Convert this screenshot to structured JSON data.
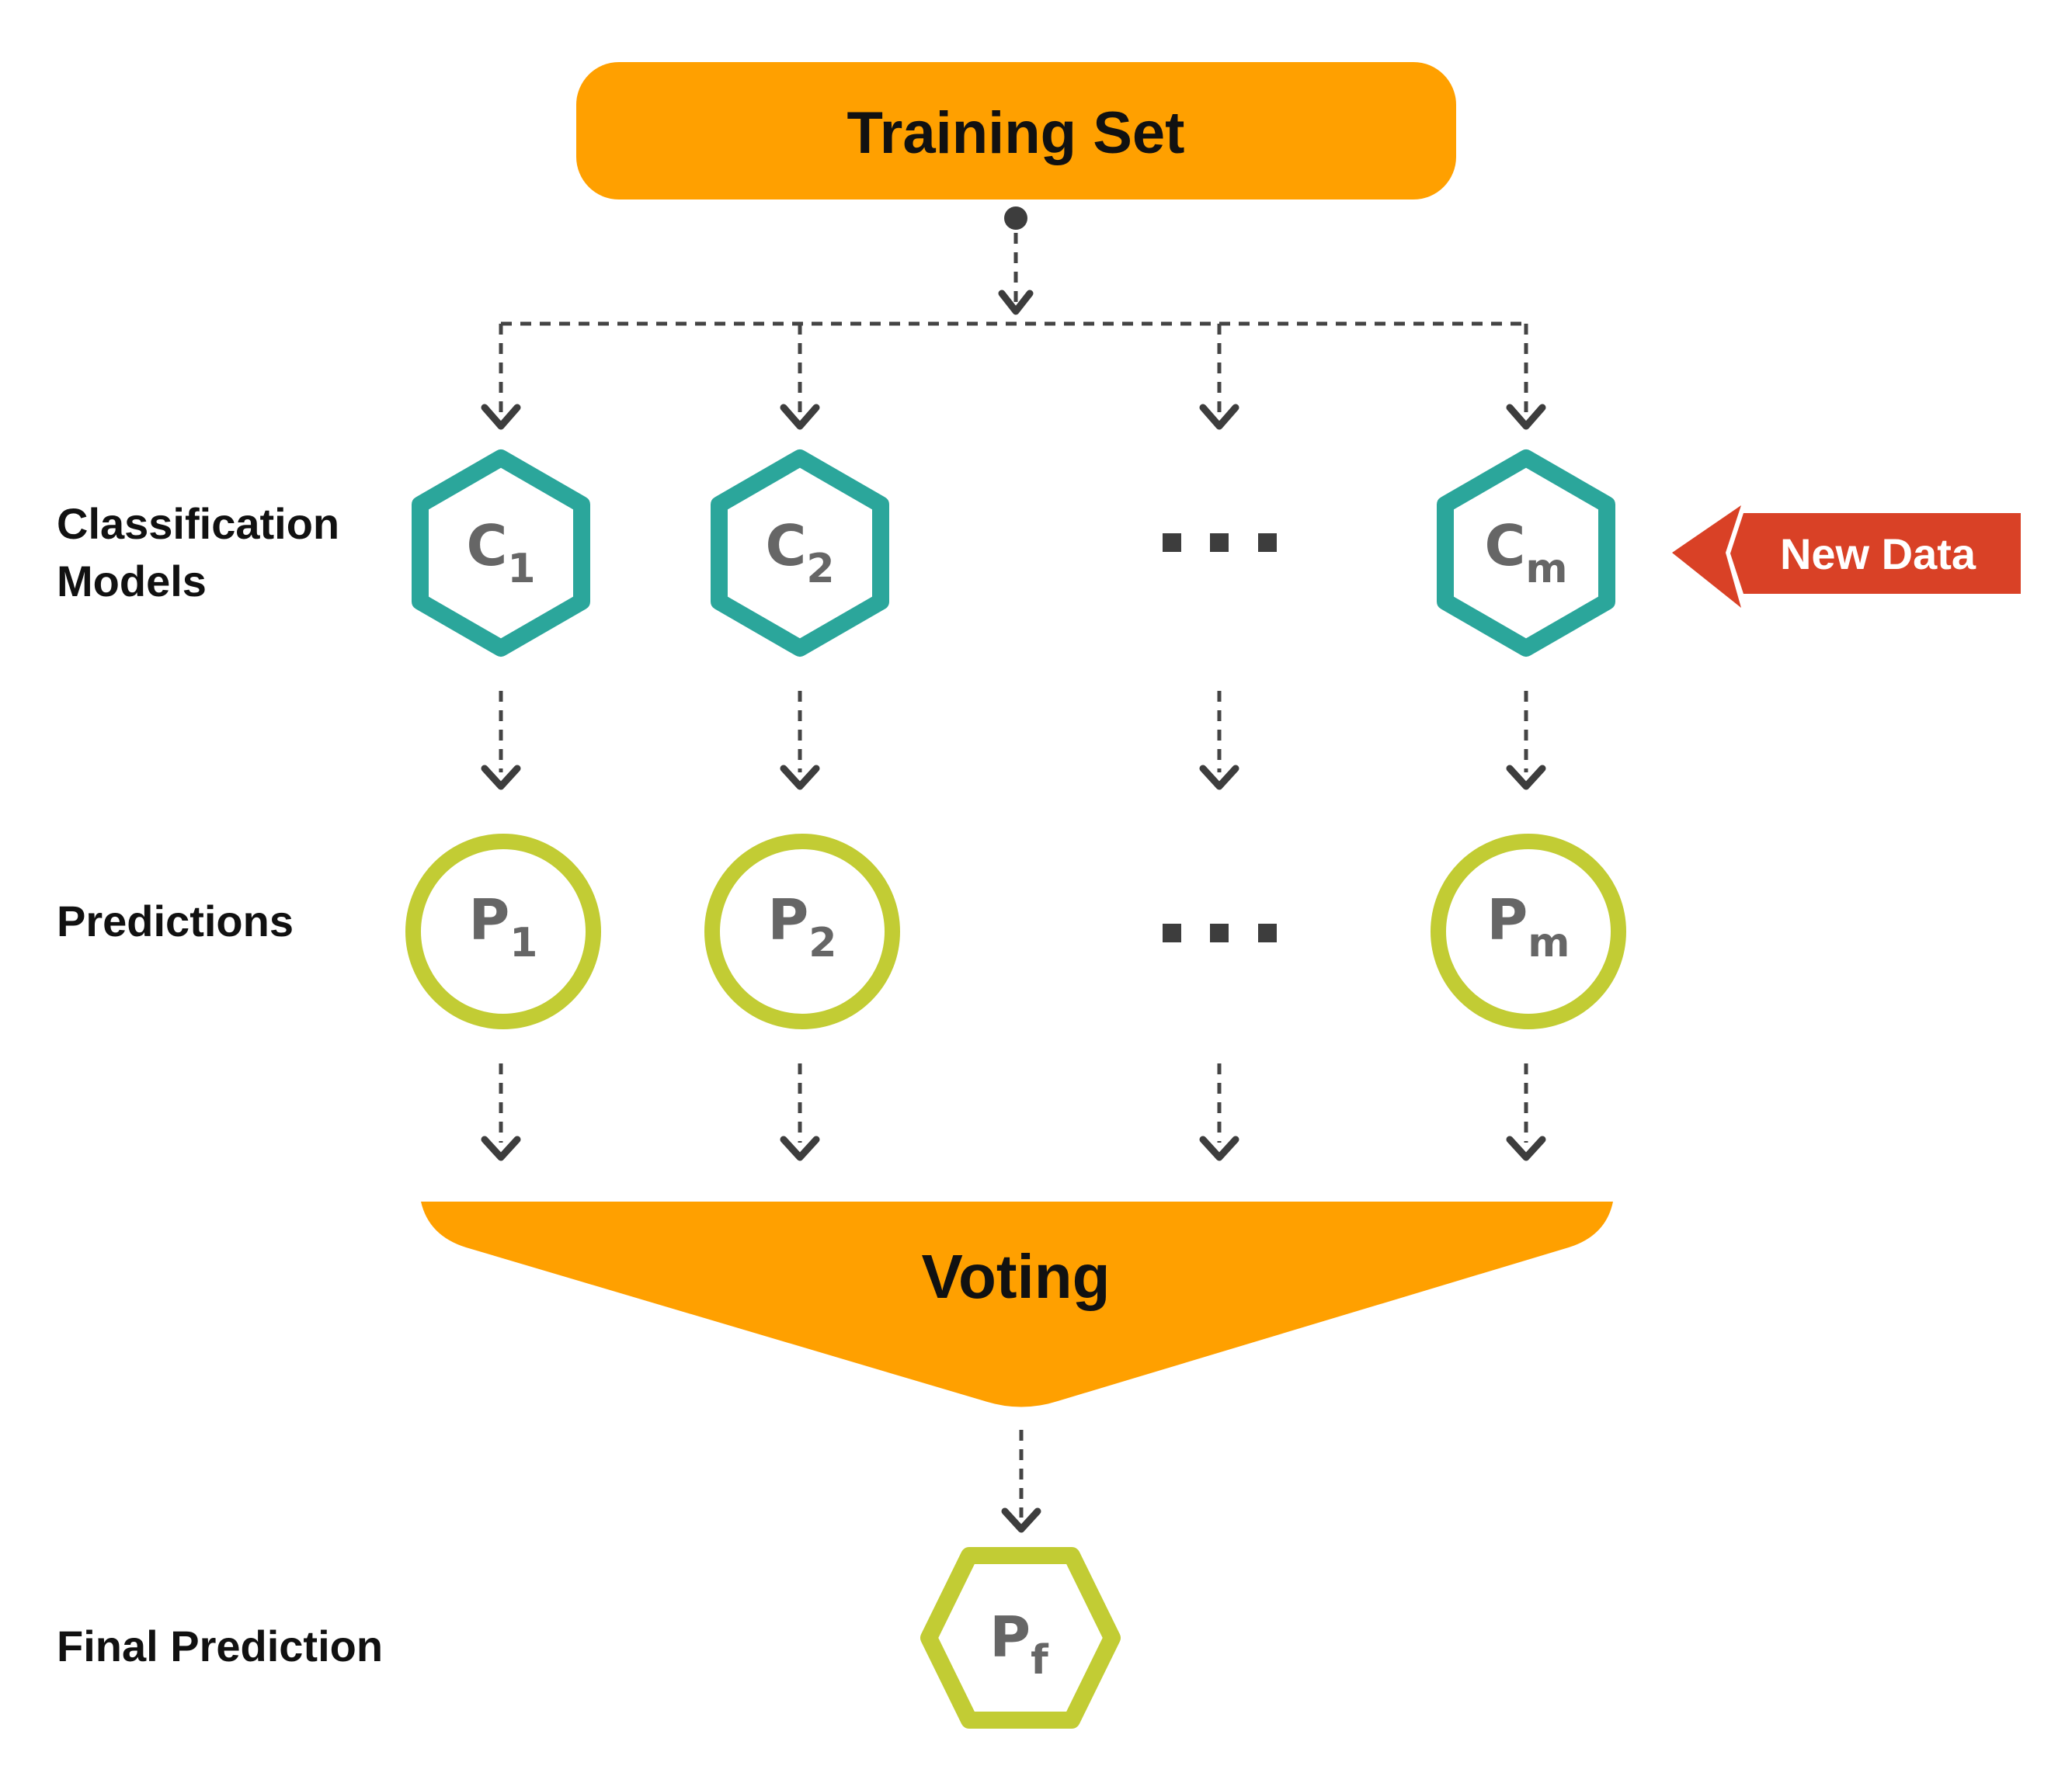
{
  "training_set": {
    "label": "Training Set"
  },
  "row_labels": {
    "classification_line1": "Classification",
    "classification_line2": "Models",
    "predictions": "Predictions",
    "final_prediction": "Final Prediction"
  },
  "models": [
    {
      "main": "C",
      "sub": "1"
    },
    {
      "main": "C",
      "sub": "2"
    },
    {
      "main": "C",
      "sub": "m"
    }
  ],
  "predictions": [
    {
      "main": "P",
      "sub": "1"
    },
    {
      "main": "P",
      "sub": "2"
    },
    {
      "main": "P",
      "sub": "m"
    }
  ],
  "voting": {
    "label": "Voting"
  },
  "final": {
    "main": "P",
    "sub": "f"
  },
  "new_data": {
    "label": "New Data"
  },
  "colors": {
    "orange": "#FFA000",
    "teal": "#2BA69B",
    "lime": "#C2CC34",
    "red": "#D94126",
    "ellipsis": "#3d3d3d"
  }
}
